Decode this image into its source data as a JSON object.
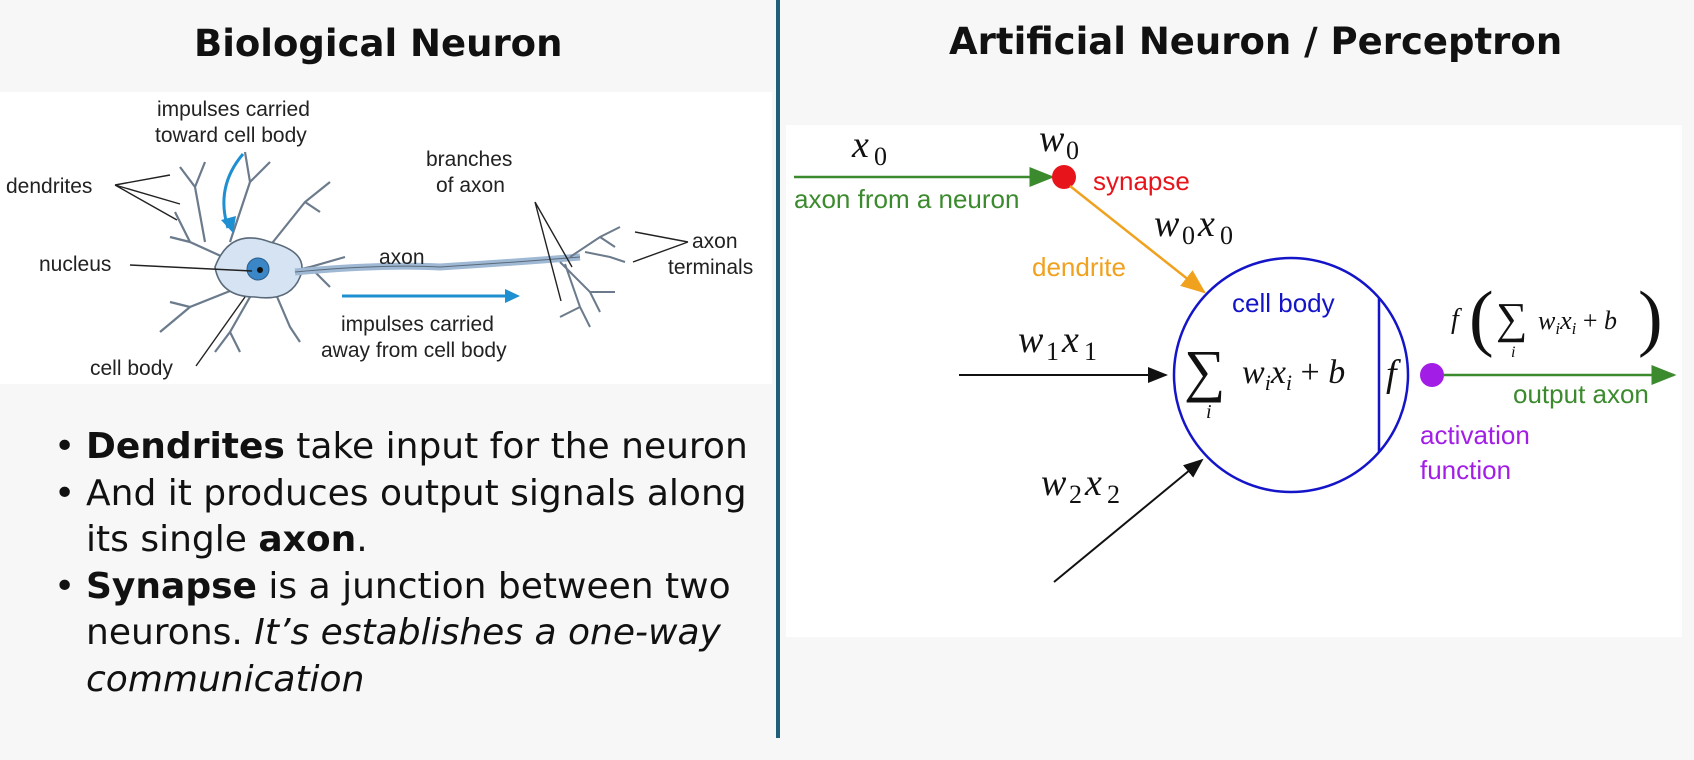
{
  "titles": {
    "left": "Biological Neuron",
    "right": "Artificial Neuron / Perceptron"
  },
  "bio_diagram": {
    "impulses_toward": [
      "impulses carried",
      "toward cell body"
    ],
    "dendrites": "dendrites",
    "branches": [
      "branches",
      "of axon"
    ],
    "nucleus": "nucleus",
    "axon": "axon",
    "axon_terminals": [
      "axon",
      "terminals"
    ],
    "impulses_away": [
      "impulses carried",
      "away from cell body"
    ],
    "cell_body": "cell body"
  },
  "bullets": [
    {
      "bold": "Dendrites",
      "text": " take input for the neuron"
    },
    {
      "pre": "And it produces output signals along its single ",
      "bold": "axon",
      "post": "."
    },
    {
      "bold": "Synapse",
      "text": " is a junction between two neurons. ",
      "italic": "It’s establishes a one-way communication"
    }
  ],
  "perceptron": {
    "x0": "x",
    "x0_sub": "0",
    "w0": "w",
    "w0_sub": "0",
    "synapse": "synapse",
    "axon_from_neuron": "axon from a neuron",
    "w0x0": [
      "w",
      "0",
      "x",
      "0"
    ],
    "dendrite": "dendrite",
    "cell_body": "cell body",
    "w1x1": [
      "w",
      "1",
      "x",
      "1"
    ],
    "w2x2": [
      "w",
      "2",
      "x",
      "2"
    ],
    "sum_expr": "w",
    "sum_index": "i",
    "f": "f",
    "output_axon": "output axon",
    "activation": [
      "activation",
      "function"
    ],
    "colors": {
      "green": "#3c8a2e",
      "red": "#e8141b",
      "orange": "#f0a11e",
      "blue": "#1414c8",
      "purple": "#a21ee6"
    }
  }
}
